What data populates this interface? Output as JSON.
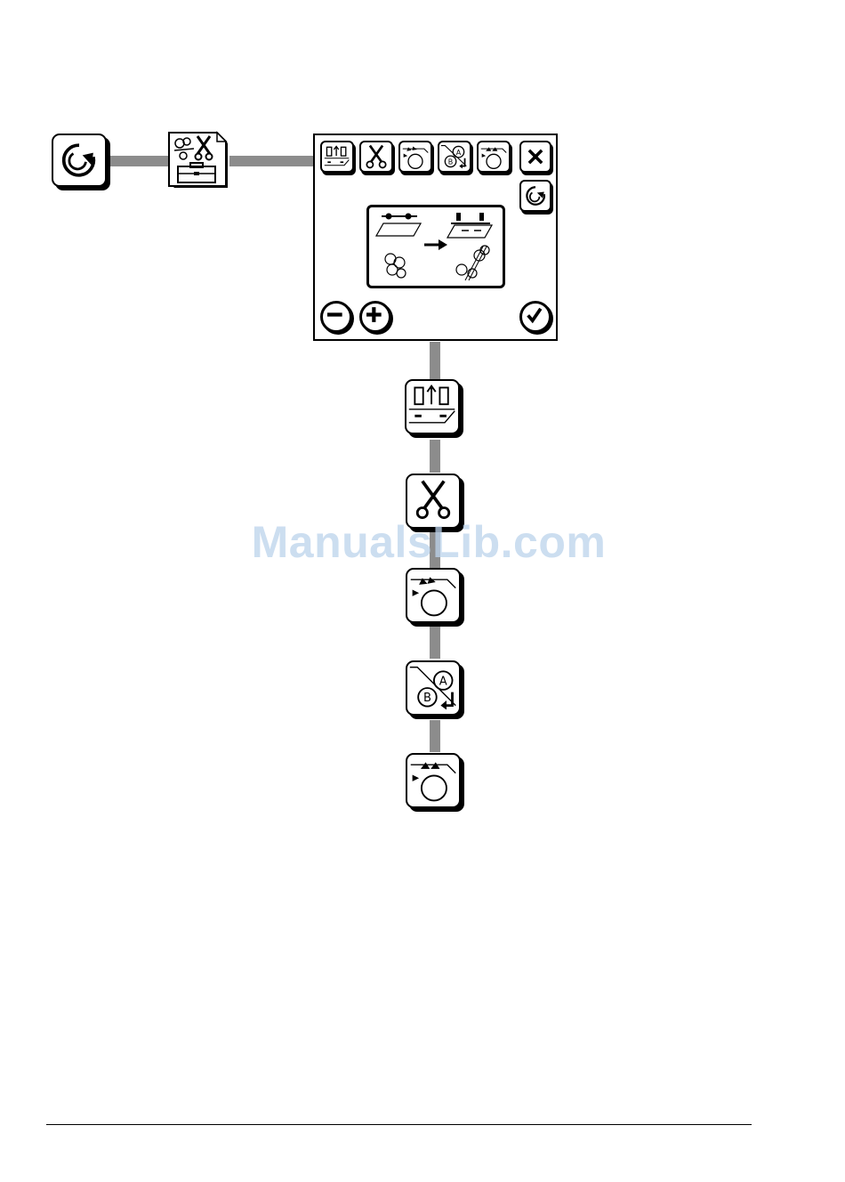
{
  "watermark": {
    "text": "ManualsLib.com"
  },
  "icons": {
    "start": "rotate-arrow-icon",
    "menu_document": "tools-document-icon",
    "screen_toolbar": [
      "seam-gap-icon",
      "scissors-icon",
      "feed-direction-icon",
      "ab-swap-icon",
      "upper-feed-icon",
      "close-icon"
    ],
    "screen_side": "rotate-arrow-icon",
    "screen_controls": [
      "minus-icon",
      "plus-icon",
      "checkmark-icon"
    ],
    "chain": [
      "seam-gap-icon",
      "scissors-icon",
      "feed-direction-icon",
      "ab-swap-icon",
      "upper-feed-icon"
    ]
  },
  "preview": {
    "ab_labels": {
      "a": "A",
      "b": "B"
    }
  },
  "colors": {
    "connector": "#8c8c8c",
    "watermark": "#bcd3ec",
    "ink": "#000000"
  }
}
